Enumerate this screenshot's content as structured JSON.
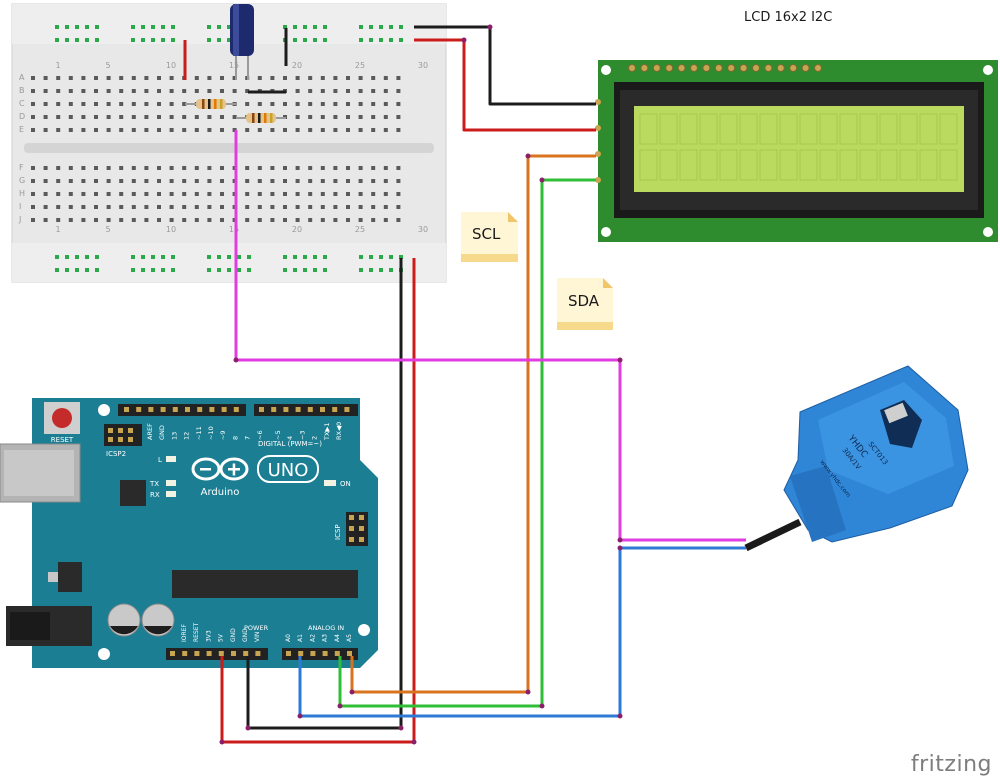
{
  "lcd": {
    "title": "LCD 16x2 I2C"
  },
  "notes": {
    "scl": "SCL",
    "sda": "SDA"
  },
  "arduino": {
    "reset_label": "RESET",
    "icsp2_label": "ICSP2",
    "icsp_label": "ICSP",
    "uno_label": "UNO",
    "brand": "Arduino",
    "digital_label": "DIGITAL (PWM=~)",
    "aref": "AREF",
    "gnd": "GND",
    "digital_pins": [
      "13",
      "12",
      "~11",
      "~10",
      "~9",
      "8",
      "7",
      "~6",
      "~5",
      "4",
      "~3",
      "2",
      "TX▶1",
      "RX◀0"
    ],
    "l_label": "L",
    "tx_label": "TX",
    "rx_label": "RX",
    "on_label": "ON",
    "power_label": "POWER",
    "analog_label": "ANALOG IN",
    "power_pins": [
      "IOREF",
      "RESET",
      "3V3",
      "5V",
      "GND",
      "GND",
      "VIN"
    ],
    "analog_pins": [
      "A0",
      "A1",
      "A2",
      "A3",
      "A4",
      "A5"
    ]
  },
  "breadboard": {
    "columns_top": [
      "1",
      "5",
      "10",
      "15",
      "20",
      "25",
      "30"
    ],
    "rows": [
      "A",
      "B",
      "C",
      "D",
      "E",
      "F",
      "G",
      "H",
      "I",
      "J"
    ]
  },
  "sensor": {
    "model": "SCT013",
    "rating": "30A/1V",
    "brand": "YHDC",
    "url": "www.yhdc.com"
  },
  "footer": {
    "brand": "fritzing"
  },
  "colors": {
    "red": "#cc1b1b",
    "black": "#1c1c1c",
    "magenta": "#e13ce2",
    "orange": "#d9731e",
    "green": "#2fbf37",
    "blue": "#2c7ad6",
    "arduino_teal": "#1b7e93",
    "lcd_pcb": "#2e8b2e",
    "lcd_screen": "#b9da5e",
    "sensor_blue": "#2f85d6",
    "breadboard": "#e6e6e6"
  }
}
